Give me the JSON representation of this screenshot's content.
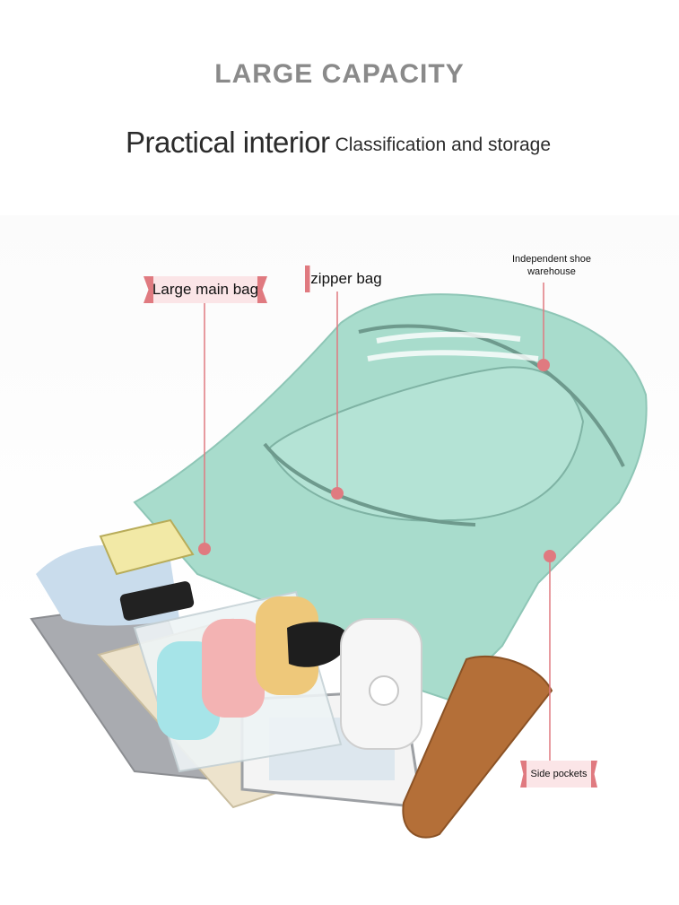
{
  "headline": "LARGE CAPACITY",
  "subtitle": {
    "main": "Practical interior",
    "secondary": "Classification and storage"
  },
  "callouts": {
    "main_bag": "Large main bag",
    "zipper_bag": "zipper bag",
    "shoe_warehouse_line1": "Independent shoe",
    "shoe_warehouse_line2": "warehouse",
    "side_pockets": "Side pockets"
  },
  "colors": {
    "accent": "#e07a80",
    "bag": "#a8dccc",
    "headline": "#8a8a8a",
    "text": "#2b2b2b"
  }
}
